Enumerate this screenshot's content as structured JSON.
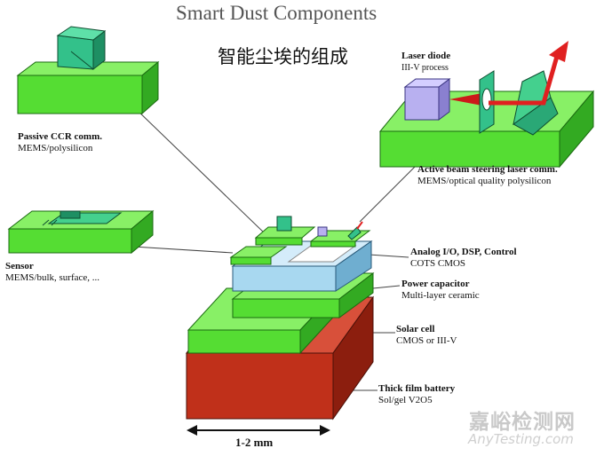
{
  "title": "Smart Dust Components",
  "subtitle": "智能尘埃的组成",
  "components": [
    {
      "id": "ccr",
      "name": "Passive CCR comm.",
      "desc": "MEMS/polysilicon"
    },
    {
      "id": "laser",
      "name": "Laser diode",
      "desc": "III-V process"
    },
    {
      "id": "beam",
      "name": "Active beam steering laser comm.",
      "desc": "MEMS/optical quality polysilicon"
    },
    {
      "id": "sensor",
      "name": "Sensor",
      "desc": "MEMS/bulk, surface, ..."
    },
    {
      "id": "analog",
      "name": "Analog I/O, DSP, Control",
      "desc": "COTS CMOS"
    },
    {
      "id": "power",
      "name": "Power capacitor",
      "desc": "Multi-layer ceramic"
    },
    {
      "id": "solar",
      "name": "Solar cell",
      "desc": "CMOS or III-V"
    },
    {
      "id": "battery",
      "name": "Thick film battery",
      "desc": "Sol/gel V2O5"
    }
  ],
  "dimension": "1-2 mm",
  "watermark": {
    "cn": "嘉峪检测网",
    "en": "AnyTesting.com"
  },
  "colors": {
    "green": "#66ee44",
    "green_dark": "#33aa22",
    "blue": "#a8d8f0",
    "battery": "#c0301a",
    "arrow": "#e02020"
  }
}
